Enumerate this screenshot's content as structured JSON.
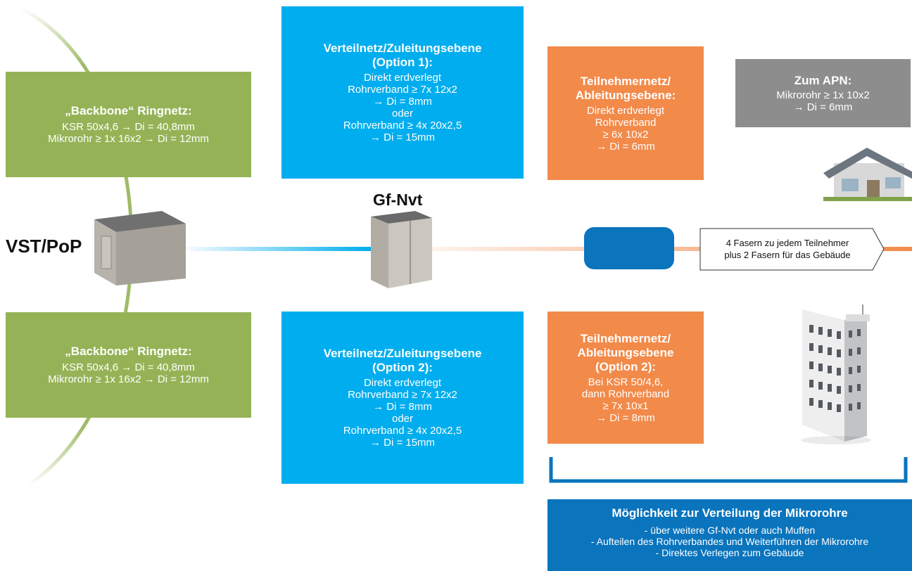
{
  "colors": {
    "backbone": "#95b356",
    "verteilnetz": "#00adee",
    "teilnehmernetz": "#f28a4a",
    "apn": "#8d8d8d",
    "bottom": "#0a74bd"
  },
  "labels": {
    "vst": "VST/PoP",
    "gfnvt": "Gf-Nvt"
  },
  "backbone_top": {
    "title": "„Backbone“ Ringnetz:",
    "lines": [
      "KSR 50x4,6 → Di = 40,8mm",
      "Mikrorohr ≥ 1x 16x2 → Di = 12mm"
    ]
  },
  "backbone_bottom": {
    "title": "„Backbone“ Ringnetz:",
    "lines": [
      "KSR 50x4,6 → Di = 40,8mm",
      "Mikrorohr ≥ 1x 16x2 → Di = 12mm"
    ]
  },
  "verteil_1": {
    "title1": "Verteilnetz/Zuleitungsebene",
    "title2": "(Option 1):",
    "lines": [
      "Direkt erdverlegt",
      "Rohrverband ≥ 7x 12x2",
      "→ Di = 8mm",
      "oder",
      "Rohrverband ≥ 4x 20x2,5",
      "→ Di = 15mm"
    ]
  },
  "verteil_2": {
    "title1": "Verteilnetz/Zuleitungsebene",
    "title2": "(Option 2):",
    "lines": [
      "Direkt erdverlegt",
      "Rohrverband ≥ 7x 12x2",
      "→ Di = 8mm",
      "oder",
      "Rohrverband ≥ 4x 20x2,5",
      "→ Di = 15mm"
    ]
  },
  "teilnehmer_1": {
    "title1": "Teilnehmernetz/",
    "title2": "Ableitungsebene:",
    "lines": [
      "Direkt erdverlegt",
      "Rohrverband",
      "≥ 6x 10x2",
      "→ Di = 6mm"
    ]
  },
  "teilnehmer_2": {
    "title1": "Teilnehmernetz/",
    "title2": "Ableitungsebene",
    "title3": "(Option 2):",
    "lines": [
      "Bei KSR 50/4,6,",
      "dann Rohrverband",
      "≥ 7x 10x1",
      "→ Di = 8mm"
    ]
  },
  "apn": {
    "title": "Zum APN:",
    "lines": [
      "Mikrorohr ≥ 1x 10x2",
      "→ Di = 6mm"
    ]
  },
  "fasern_note": {
    "lines": [
      "4 Fasern zu jedem Teilnehmer",
      "plus 2 Fasern für das Gebäude"
    ]
  },
  "bottom_box": {
    "title": "Möglichkeit zur Verteilung der Mikrorohre",
    "lines": [
      "- über weitere Gf-Nvt oder auch Muffen",
      "- Aufteilen des Rohrverbandes und Weiterführen der Mikrorohre",
      "- Direktes Verlegen zum Gebäude"
    ]
  }
}
